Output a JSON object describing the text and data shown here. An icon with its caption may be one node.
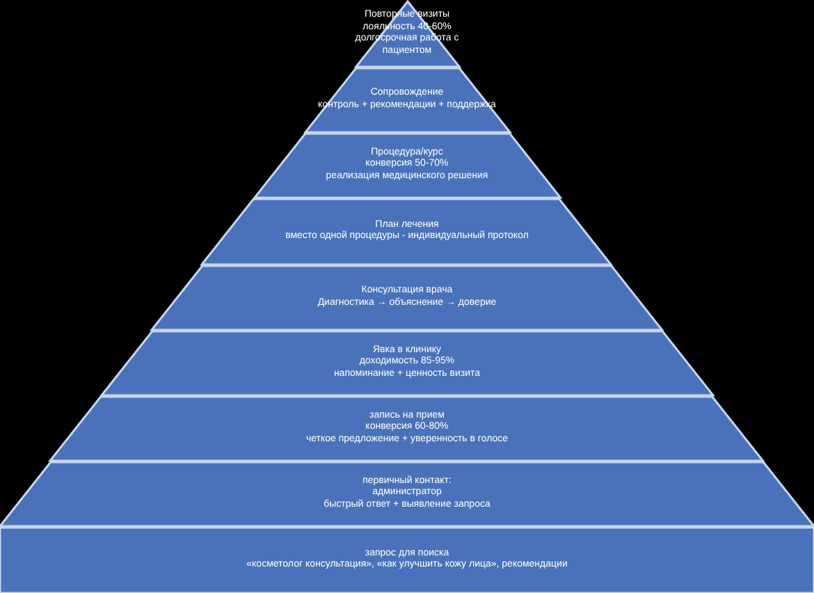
{
  "diagram": {
    "nodes": [
      {
        "text": [
          "Повторные визиты",
          "лояльность 40-60%",
          "долгосрочная работа с пациентом"
        ]
      },
      {
        "text": [
          "Сопровождение",
          "контроль + рекомендации + поддержка"
        ]
      },
      {
        "text": [
          "Процедура/курс",
          "конверсия 50-70%",
          "реализация медицинского решения"
        ]
      },
      {
        "text": [
          "План лечения",
          "вместо одной процедуры - индивидуальный протокол"
        ]
      },
      {
        "text": [
          "Консультация врача",
          "Диагностика → объяснение → доверие"
        ]
      },
      {
        "text": [
          "Явка в клинику",
          "доходимость 85-95%",
          "напоминание + ценность визита"
        ]
      },
      {
        "text": [
          "запись на прием",
          "конверсия 60-80%",
          "четкое предложение + уверенность в голосе"
        ]
      },
      {
        "text": [
          "первичный контакт:",
          "администратор",
          "быстрый ответ + выявление запроса"
        ]
      },
      {
        "text": [
          "запрос для поиска",
          "«косметолог консультация», «как улучшить кожу лица», рекомендации"
        ]
      }
    ]
  }
}
